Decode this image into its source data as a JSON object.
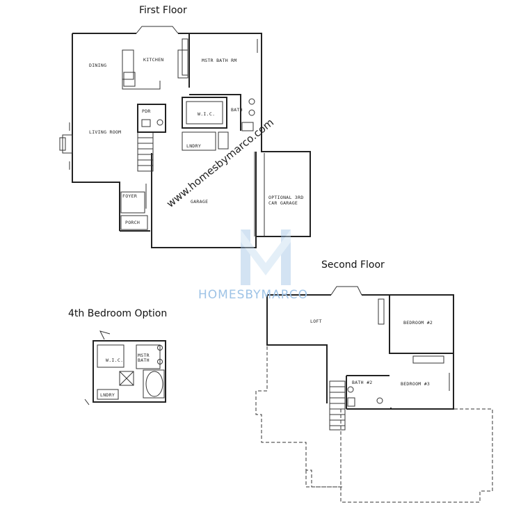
{
  "floor_titles": {
    "first": "First Floor",
    "second": "Second Floor",
    "option": "4th Bedroom Option"
  },
  "first_floor_rooms": {
    "dining": "DINING",
    "kitchen": "KITCHEN",
    "master_bath": "MSTR BATH RM",
    "pdr": "PDR",
    "wic": "W.I.C.",
    "bath": "BATH",
    "living_room": "LIVING ROOM",
    "laundry": "LNDRY",
    "garage": "GARAGE",
    "optional_garage": "OPTIONAL 3RD CAR GARAGE",
    "foyer": "FOYER",
    "porch": "PORCH"
  },
  "second_floor_rooms": {
    "loft": "LOFT",
    "bedroom_2": "BEDROOM #2",
    "bath_2": "BATH #2",
    "bedroom_3": "BEDROOM #3"
  },
  "option_rooms": {
    "wic": "W.I.C.",
    "mstr_bath": "MSTR BATH",
    "lndry": "LNDRY"
  },
  "watermark": {
    "url": "www.homesbymarco.com",
    "brand": "HOMESBYMARCO",
    "logo_color": "#9ec3e6"
  }
}
